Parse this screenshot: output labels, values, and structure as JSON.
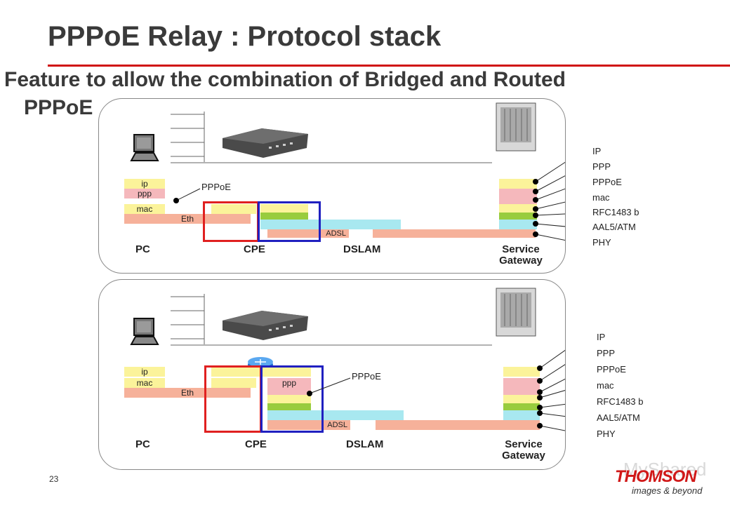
{
  "title": "PPPoE Relay : Protocol stack",
  "subtitle": {
    "line1": "Feature to allow the combination of Bridged and Routed",
    "line2": "PPPoE"
  },
  "panel1": {
    "pc_layers": [
      "ip",
      "ppp",
      "mac"
    ],
    "eth": "Eth",
    "adsl": "ADSL",
    "pppoe": "PPPoE",
    "nodes": [
      "PC",
      "CPE",
      "DSLAM",
      "Service",
      "Gateway"
    ],
    "legend": [
      "IP",
      "PPP",
      "PPPoE",
      "mac",
      "RFC1483 b",
      "AAL5/ATM",
      "PHY"
    ]
  },
  "panel2": {
    "pc_layers": [
      "ip",
      "mac"
    ],
    "eth": "Eth",
    "ppp": "ppp",
    "adsl": "ADSL",
    "pppoe": "PPPoE",
    "nodes": [
      "PC",
      "CPE",
      "DSLAM",
      "Service",
      "Gateway"
    ],
    "legend": [
      "IP",
      "PPP",
      "PPPoE",
      "mac",
      "RFC1483 b",
      "AAL5/ATM",
      "PHY"
    ]
  },
  "footer": {
    "slide_number": "23",
    "brand": "THOMSON",
    "tagline": "images & beyond",
    "watermark": "MyShared"
  },
  "colors": {
    "accent_red": "#d01010",
    "ip": "#fbf39a",
    "ppp": "#f5b8bc",
    "eth": "#f6b19a",
    "atm": "#a8e8f0",
    "rfc1483": "#98cc3e",
    "relay_box": "#e02020",
    "bridge_box": "#2020c0"
  },
  "icons": [
    "computer-icon",
    "adsl-modem-icon",
    "gateway-rack-icon",
    "router-icon",
    "thomson-logo"
  ]
}
